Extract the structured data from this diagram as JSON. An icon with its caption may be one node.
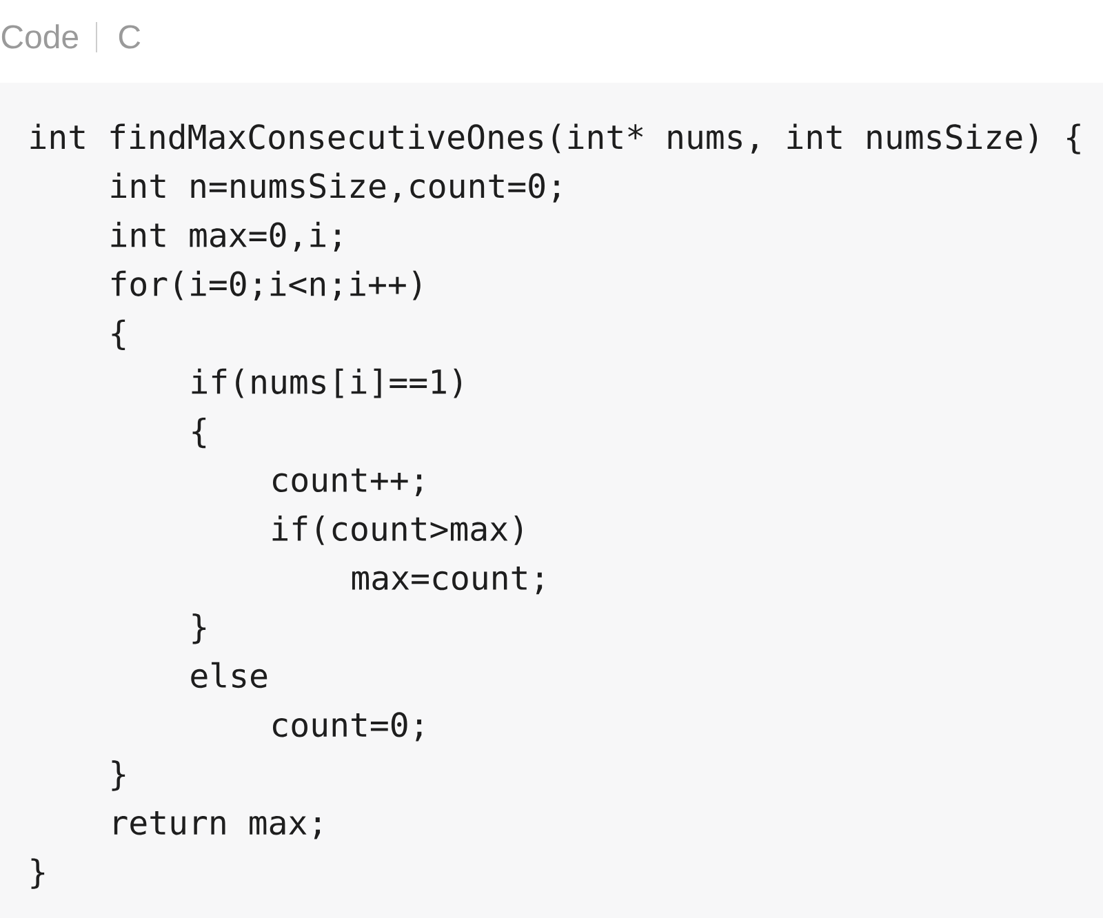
{
  "diagram": {
    "labels": [
      "Code",
      "C",
      "int findMaxConsecutiveOnes(int* nums, int numsSize) {",
      "int n=numsSize,count=0;",
      "int max=0,i;",
      "for(i=0;i<n;i++)",
      "{",
      "if(nums[i]==1)",
      "{",
      "count++;",
      "if(count>max)",
      "max=count;",
      "}",
      "else",
      "count=0;",
      "}",
      "return max;",
      "}"
    ]
  }
}
